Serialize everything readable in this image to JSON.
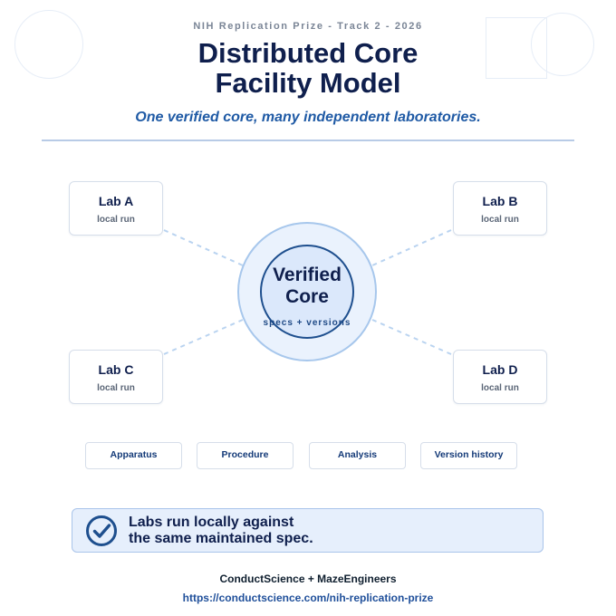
{
  "header": {
    "eyebrow": "NIH Replication Prize - Track 2 - 2026",
    "title_line1": "Distributed Core",
    "title_line2": "Facility Model",
    "subtitle": "One verified core, many independent laboratories."
  },
  "core": {
    "title_line1": "Verified",
    "title_line2": "Core",
    "subtitle": "specs + versions"
  },
  "labs": [
    {
      "name": "Lab A",
      "status": "local run"
    },
    {
      "name": "Lab B",
      "status": "local run"
    },
    {
      "name": "Lab C",
      "status": "local run"
    },
    {
      "name": "Lab D",
      "status": "local run"
    }
  ],
  "components": [
    "Apparatus",
    "Procedure",
    "Analysis",
    "Version history"
  ],
  "callout": {
    "icon": "check-circle-icon",
    "line1": "Labs run locally against",
    "line2": "the same maintained spec."
  },
  "footer": {
    "brand": "ConductScience + MazeEngineers",
    "url": "https://conductscience.com/nih-replication-prize"
  },
  "colors": {
    "navy": "#0f1f4d",
    "accent_blue": "#1f5aa5",
    "connector": "#b9d3f0",
    "core_fill": "#eaf2fd"
  }
}
